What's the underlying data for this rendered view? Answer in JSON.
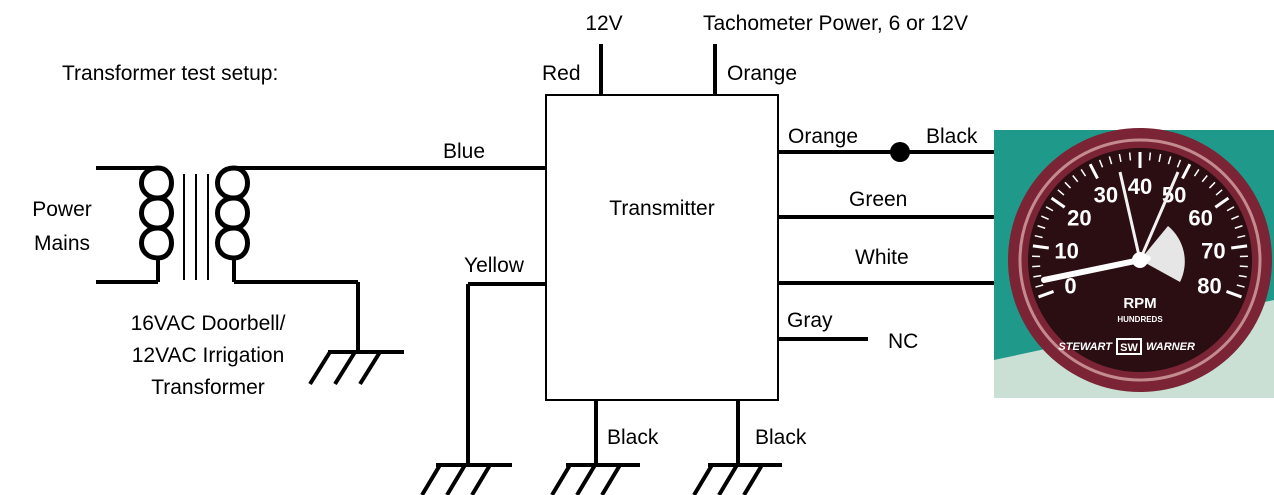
{
  "title": "Transformer test setup:",
  "power_mains": [
    "Power",
    "Mains"
  ],
  "transformer_label": [
    "16VAC Doorbell/",
    "12VAC Irrigation",
    "Transformer"
  ],
  "transmitter": "Transmitter",
  "top": {
    "voltage": "12V",
    "tach_power": "Tachometer Power, 6 or 12V"
  },
  "wires": {
    "red": "Red",
    "orange_top": "Orange",
    "blue": "Blue",
    "yellow": "Yellow",
    "orange": "Orange",
    "black_out": "Black",
    "green": "Green",
    "white": "White",
    "gray": "Gray",
    "nc": "NC",
    "black1": "Black",
    "black2": "Black"
  },
  "gauge": {
    "ticks": [
      "0",
      "10",
      "20",
      "30",
      "40",
      "50",
      "60",
      "70",
      "80"
    ],
    "unit": "RPM",
    "subunit": "HUNDREDS",
    "brand_left": "STEWART",
    "brand_logo": "SW",
    "brand_right": "WARNER",
    "needle_value": 3,
    "max_value": 80,
    "colors": {
      "background": "#1f9a8a",
      "bezel": "#7a2436",
      "face": "#2a0e12"
    }
  }
}
